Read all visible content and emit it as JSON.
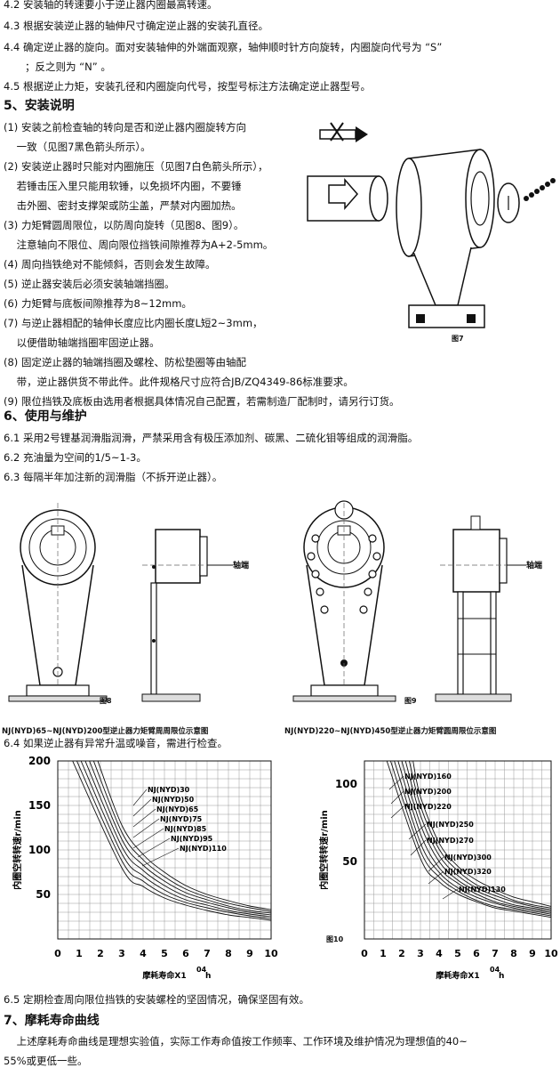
{
  "items4": [
    "4.2 安装轴的转速要小于逆止器内圈最高转速。",
    "4.3 根据安装逆止器的轴伸尺寸确定逆止器的安装孔直径。",
    "4.4 确定逆止器的旋向。面对安装轴伸的外端面观察，轴伸顺时针方向旋转，内圈旋向代号为 “S”",
    "；反之则为 “N” 。",
    "4.5 根据逆止力矩，安装孔径和内圈旋向代号，按型号标注方法确定逆止器型号。"
  ],
  "section5": {
    "title": "5、安装说明",
    "lines": [
      "(1) 安装之前检查轴的转向是否和逆止器内圈旋转方向",
      "    一致（见图7黑色箭头所示）。",
      "(2) 安装逆止器时只能对内圈施压（见图7白色箭头所示），",
      "    若锤击压入里只能用软锤，以免损坏内圈，不要锤",
      "    击外圈、密封支撑架或防尘盖，严禁对内圈加热。",
      "(3) 力矩臂圆周限位，以防周向旋转（见图8、图9）。",
      "    注意轴向不限位、周向限位挡铁间隙推荐为A+2-5mm。",
      "(4) 周向挡铁绝对不能倾斜，否则会发生故障。",
      "(5) 逆止器安装后必须安装轴端挡圈。",
      "(6) 力矩臂与底板间隙推荐为8~12mm。",
      "(7) 与逆止器相配的轴伸长度应比内圈长度L短2~3mm，",
      "    以便借助轴端挡圈牢固逆止器。",
      "(8) 固定逆止器的轴端挡圈及螺栓、防松垫圈等由轴配",
      "    带，逆止器供货不带此件。此件规格尺寸应符合JB/ZQ4349-86标准要求。",
      "(9) 限位挡铁及底板由选用者根据具体情况自己配置，若需制造厂配制时，请另行订货。"
    ]
  },
  "section6": {
    "title": "6、使用与维护",
    "lines": [
      "6.1 采用2号锂基润滑脂润滑，严禁采用含有极压添加剂、碳黑、二硫化钼等组成的润滑脂。",
      "6.2 充油量为空间的1/5~1-3。",
      "6.3 每隔半年加注新的润滑脂（不拆开逆止器）。"
    ],
    "line64": "6.4 如果逆止器有异常升温或噪音，需进行检查。",
    "line65": "6.5 定期检查周向限位挡铁的安装螺栓的坚固情况，确保坚固有效。"
  },
  "section7": {
    "title": "7、摩耗寿命曲线",
    "lines": [
      "    上述摩耗寿命曲线是理想实验值，实际工作寿命值按工作频率、工作环境及维护情况为理想值的40~",
      "55%或更低一些。"
    ]
  },
  "figures": {
    "fig7": "图7",
    "fig8": "图8",
    "fig9": "图9",
    "fig10": "图10",
    "shaft_end": "轴端",
    "shaft_end2": "轴端",
    "caption8": "NJ(NYD)65~NJ(NYD)200型逆止器力矩臂周周限位示意图",
    "caption9": "NJ(NYD)220~NJ(NYD)450型逆止器力矩臂圆周限位示意图"
  },
  "chart_data": [
    {
      "type": "line",
      "ylabel": "内圈空转转速r/min",
      "xlabel": "摩耗寿命X10^4h",
      "xlim": [
        0,
        10
      ],
      "ylim": [
        0,
        200
      ],
      "yticks": [
        50,
        100,
        150,
        200
      ],
      "xticks": [
        0,
        1,
        2,
        3,
        4,
        5,
        6,
        7,
        8,
        9,
        10
      ],
      "series": [
        {
          "name": "NJ(NYD)30",
          "x": [
            1.8,
            3,
            4,
            5,
            6,
            7,
            8,
            9,
            10
          ],
          "y": [
            205,
            128,
            95,
            75,
            60,
            50,
            43,
            37,
            33
          ]
        },
        {
          "name": "NJ(NYD)50",
          "x": [
            1.6,
            3,
            4,
            5,
            6,
            7,
            8,
            9,
            10
          ],
          "y": [
            205,
            120,
            89,
            70,
            56,
            47,
            40,
            35,
            31
          ]
        },
        {
          "name": "NJ(NYD)65",
          "x": [
            1.4,
            3,
            4,
            5,
            6,
            7,
            8,
            9,
            10
          ],
          "y": [
            205,
            112,
            83,
            65,
            52,
            44,
            37,
            32,
            29
          ]
        },
        {
          "name": "NJ(NYD)75",
          "x": [
            1.2,
            3,
            4,
            5,
            6,
            7,
            8,
            9,
            10
          ],
          "y": [
            205,
            104,
            77,
            60,
            48,
            41,
            35,
            30,
            27
          ]
        },
        {
          "name": "NJ(NYD)85",
          "x": [
            1.0,
            3,
            4,
            5,
            6,
            7,
            8,
            9,
            10
          ],
          "y": [
            205,
            96,
            71,
            55,
            44,
            38,
            32,
            28,
            25
          ]
        },
        {
          "name": "NJ(NYD)95",
          "x": [
            0.8,
            3,
            4,
            5,
            6,
            7,
            8,
            9,
            10
          ],
          "y": [
            205,
            88,
            65,
            50,
            41,
            35,
            30,
            26,
            23
          ]
        },
        {
          "name": "NJ(NYD)110",
          "x": [
            0.6,
            3,
            4,
            5,
            6,
            7,
            8,
            9,
            10
          ],
          "y": [
            205,
            80,
            59,
            46,
            38,
            32,
            27,
            24,
            21
          ]
        }
      ]
    },
    {
      "type": "line",
      "ylabel": "内圈空转转速r/min",
      "xlabel": "摩耗寿命X10^4h",
      "xlim": [
        0,
        10
      ],
      "ylim": [
        0,
        115
      ],
      "yticks": [
        50,
        100
      ],
      "xticks": [
        0,
        1,
        2,
        3,
        4,
        5,
        6,
        7,
        8,
        9,
        10
      ],
      "series": [
        {
          "name": "NJ(NYD)160",
          "x": [
            2.6,
            3,
            4,
            5,
            6,
            7,
            8,
            9,
            10
          ],
          "y": [
            115,
            92,
            62,
            47,
            38,
            32,
            27,
            24,
            21
          ]
        },
        {
          "name": "NJ(NYD)200",
          "x": [
            2.4,
            3,
            4,
            5,
            6,
            7,
            8,
            9,
            10
          ],
          "y": [
            115,
            86,
            58,
            44,
            35,
            30,
            25,
            22,
            20
          ]
        },
        {
          "name": "NJ(NYD)220",
          "x": [
            2.2,
            3,
            4,
            5,
            6,
            7,
            8,
            9,
            10
          ],
          "y": [
            115,
            80,
            54,
            41,
            33,
            28,
            24,
            21,
            19
          ]
        },
        {
          "name": "NJ(NYD)250",
          "x": [
            2.0,
            3,
            4,
            5,
            6,
            7,
            8,
            9,
            10
          ],
          "y": [
            115,
            74,
            50,
            38,
            31,
            26,
            22,
            20,
            18
          ]
        },
        {
          "name": "NJ(NYD)270",
          "x": [
            1.8,
            3,
            4,
            5,
            6,
            7,
            8,
            9,
            10
          ],
          "y": [
            115,
            68,
            46,
            36,
            29,
            24,
            21,
            19,
            17
          ]
        },
        {
          "name": "NJ(NYD)300",
          "x": [
            1.6,
            3,
            4,
            5,
            6,
            7,
            8,
            9,
            10
          ],
          "y": [
            115,
            62,
            43,
            33,
            27,
            23,
            20,
            18,
            16
          ]
        },
        {
          "name": "NJ(NYD)320",
          "x": [
            1.4,
            3,
            4,
            5,
            6,
            7,
            8,
            9,
            10
          ],
          "y": [
            115,
            57,
            40,
            31,
            25,
            21,
            19,
            17,
            15
          ]
        },
        {
          "name": "NJ(NYD)130",
          "x": [
            1.2,
            3,
            4,
            5,
            6,
            7,
            8,
            9,
            10
          ],
          "y": [
            115,
            52,
            37,
            29,
            24,
            20,
            18,
            16,
            14
          ]
        }
      ]
    }
  ]
}
